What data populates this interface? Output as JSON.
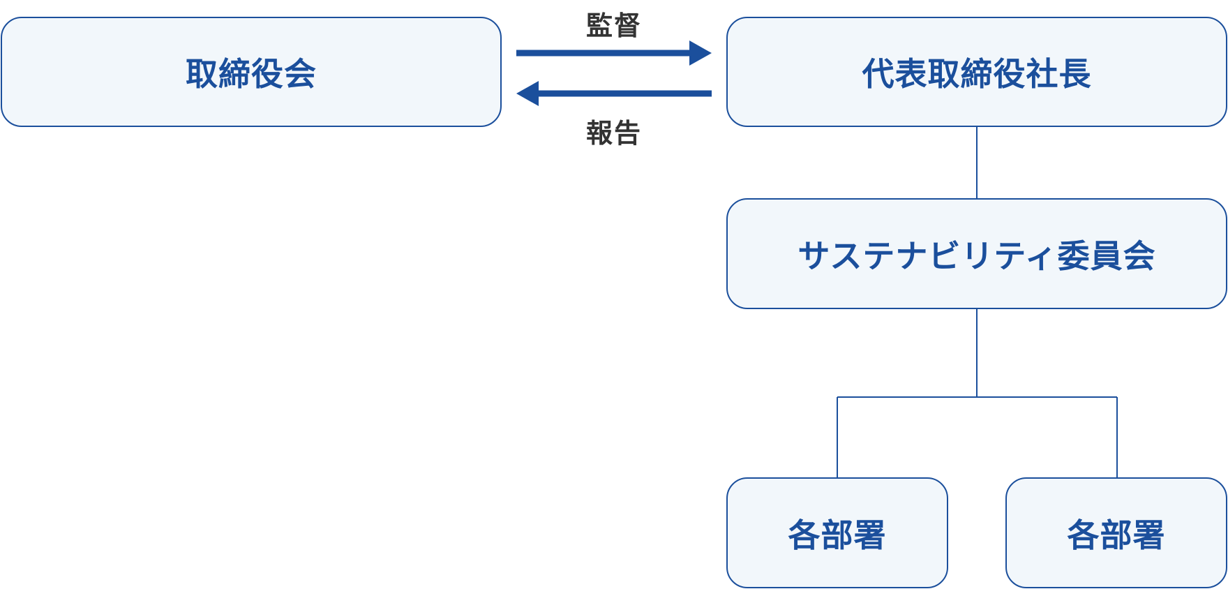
{
  "diagram": {
    "nodes": {
      "board": "取締役会",
      "president": "代表取締役社長",
      "committee": "サステナビリティ委員会",
      "department_1": "各部署",
      "department_2": "各部署"
    },
    "flows": {
      "supervise": "監督",
      "report": "報告"
    }
  },
  "colors": {
    "primary": "#1b4f9c",
    "node_fill": "#f2f7fb",
    "label_text": "#333333"
  }
}
